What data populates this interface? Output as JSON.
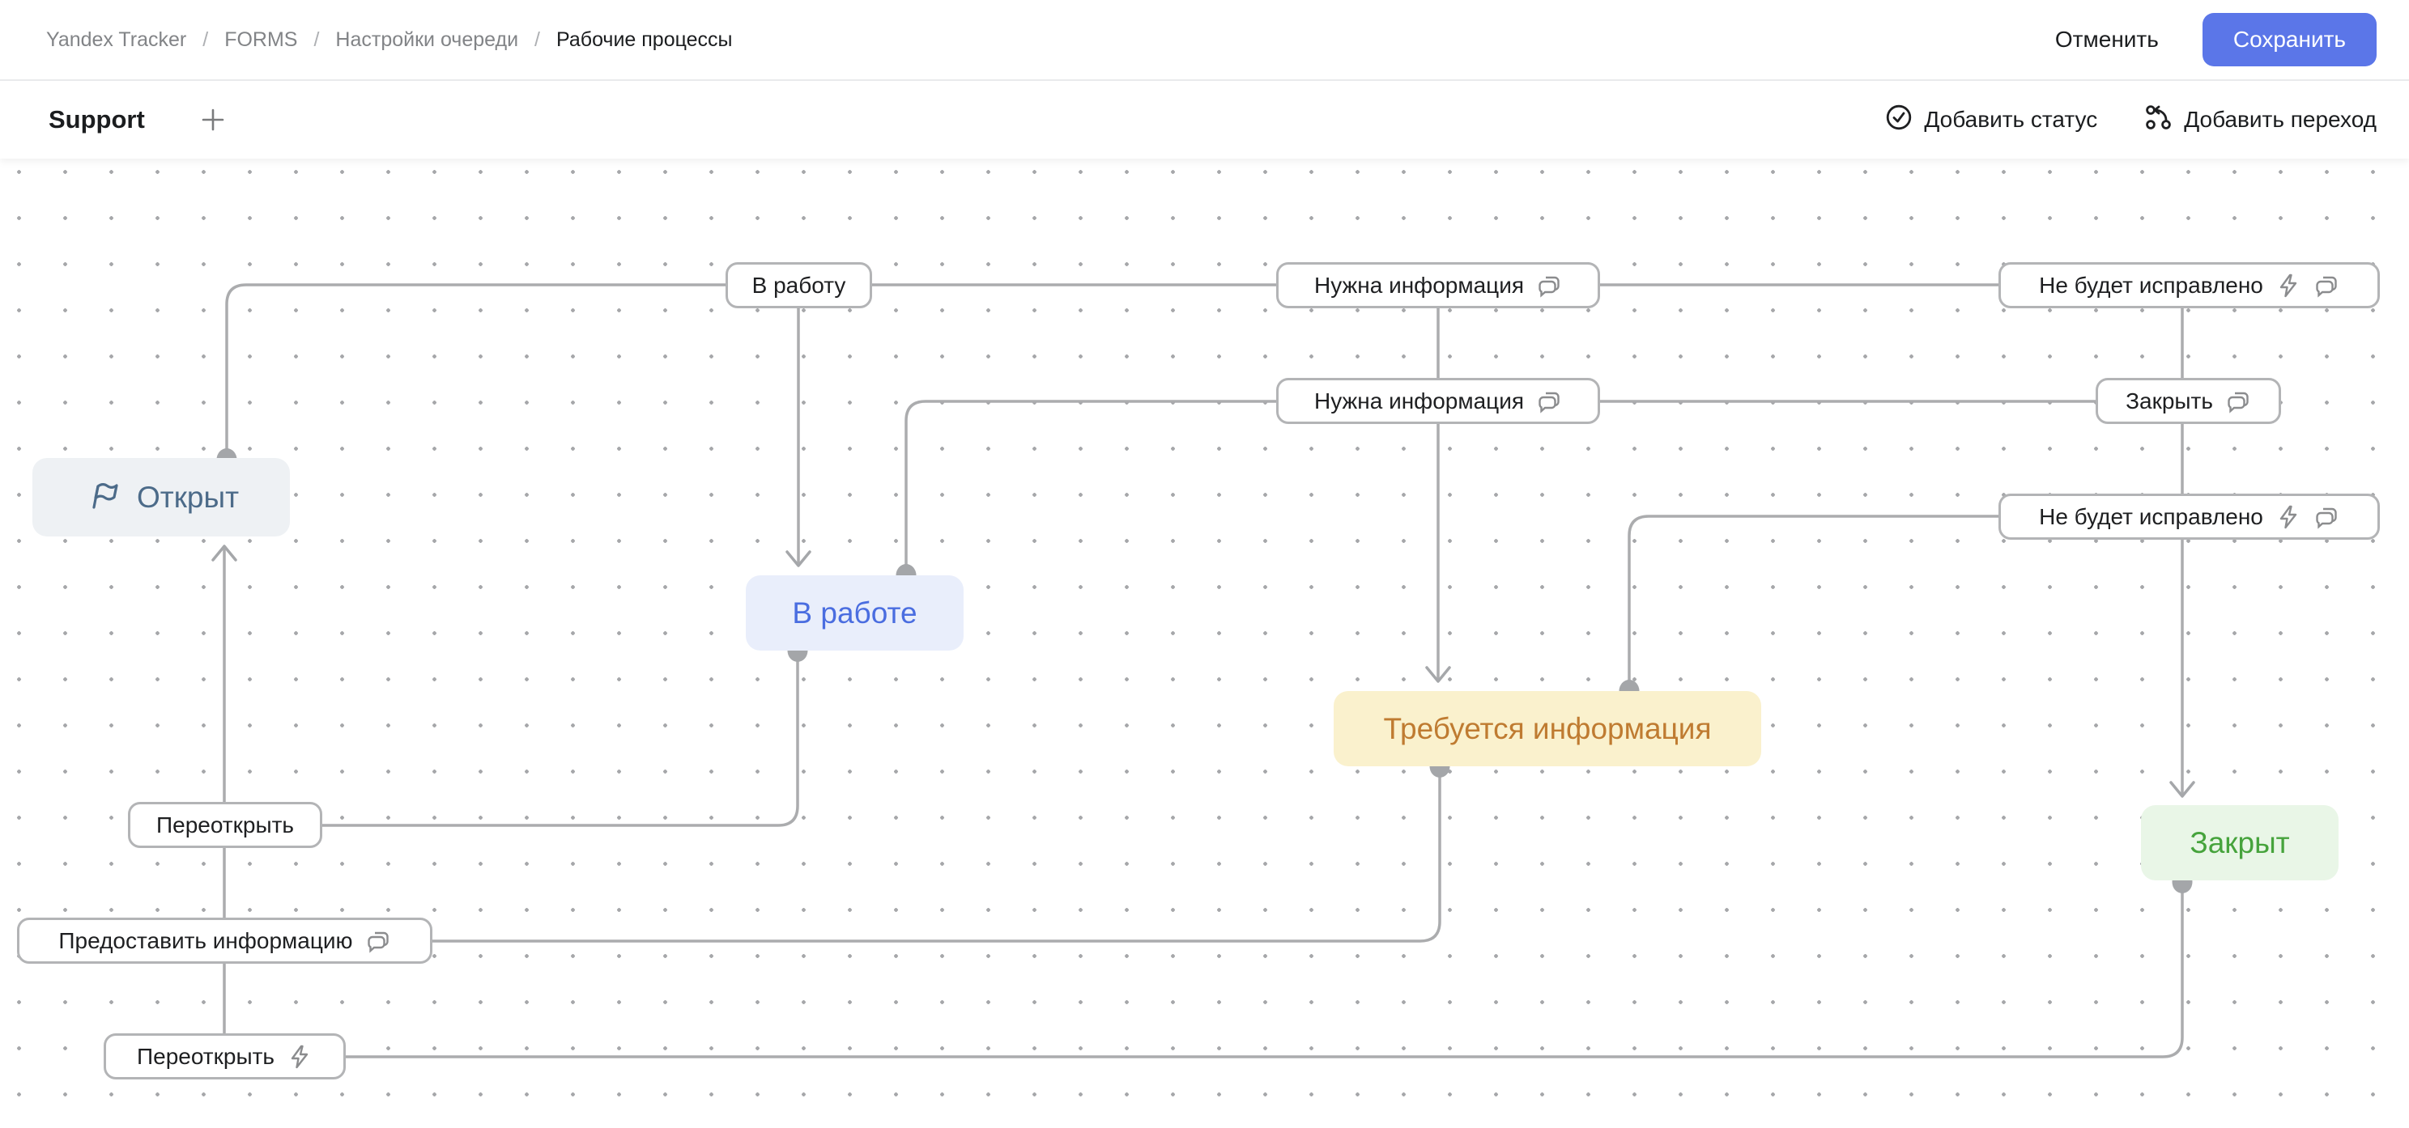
{
  "header": {
    "breadcrumb": [
      "Yandex Tracker",
      "FORMS",
      "Настройки очереди",
      "Рабочие процессы"
    ],
    "breadcrumb_separator": "/",
    "cancel_label": "Отменить",
    "save_label": "Сохранить"
  },
  "toolbar": {
    "workflow_name": "Support",
    "plus_icon": "plus-icon",
    "add_status_label": "Добавить статус",
    "add_status_icon": "circle-check-icon",
    "add_transition_label": "Добавить переход",
    "add_transition_icon": "branch-icon"
  },
  "colors": {
    "accent_button": "#5b76e8",
    "edge_line": "#abacae",
    "label_border": "#b3b4b6",
    "open_bg": "#eef1f4",
    "open_text": "#4c6b89",
    "inprogress_bg": "#e9eefb",
    "inprogress_text": "#4a6de0",
    "needinfo_bg": "#faf1cd",
    "needinfo_text": "#bf7b31",
    "closed_bg": "#e9f6e7",
    "closed_text": "#46a33c"
  },
  "canvas": {
    "statuses": [
      {
        "id": "open",
        "label": "Открыт",
        "icon": "flag-icon"
      },
      {
        "id": "in-progress",
        "label": "В работе"
      },
      {
        "id": "need-info",
        "label": "Требуется информация"
      },
      {
        "id": "closed",
        "label": "Закрыт"
      }
    ],
    "transitions": [
      {
        "label": "В работу",
        "icons": []
      },
      {
        "label": "Нужна информация",
        "icons": [
          "chat-bubbles-icon"
        ]
      },
      {
        "label": "Не будет исправлено",
        "icons": [
          "lightning-icon",
          "chat-bubbles-icon"
        ]
      },
      {
        "label": "Нужна информация",
        "icons": [
          "chat-bubbles-icon"
        ]
      },
      {
        "label": "Закрыть",
        "icons": [
          "chat-bubbles-icon"
        ]
      },
      {
        "label": "Не будет исправлено",
        "icons": [
          "lightning-icon",
          "chat-bubbles-icon"
        ]
      },
      {
        "label": "Переоткрыть",
        "icons": []
      },
      {
        "label": "Предоставить информацию",
        "icons": [
          "chat-bubbles-icon"
        ]
      },
      {
        "label": "Переоткрыть",
        "icons": [
          "lightning-icon"
        ]
      }
    ]
  }
}
